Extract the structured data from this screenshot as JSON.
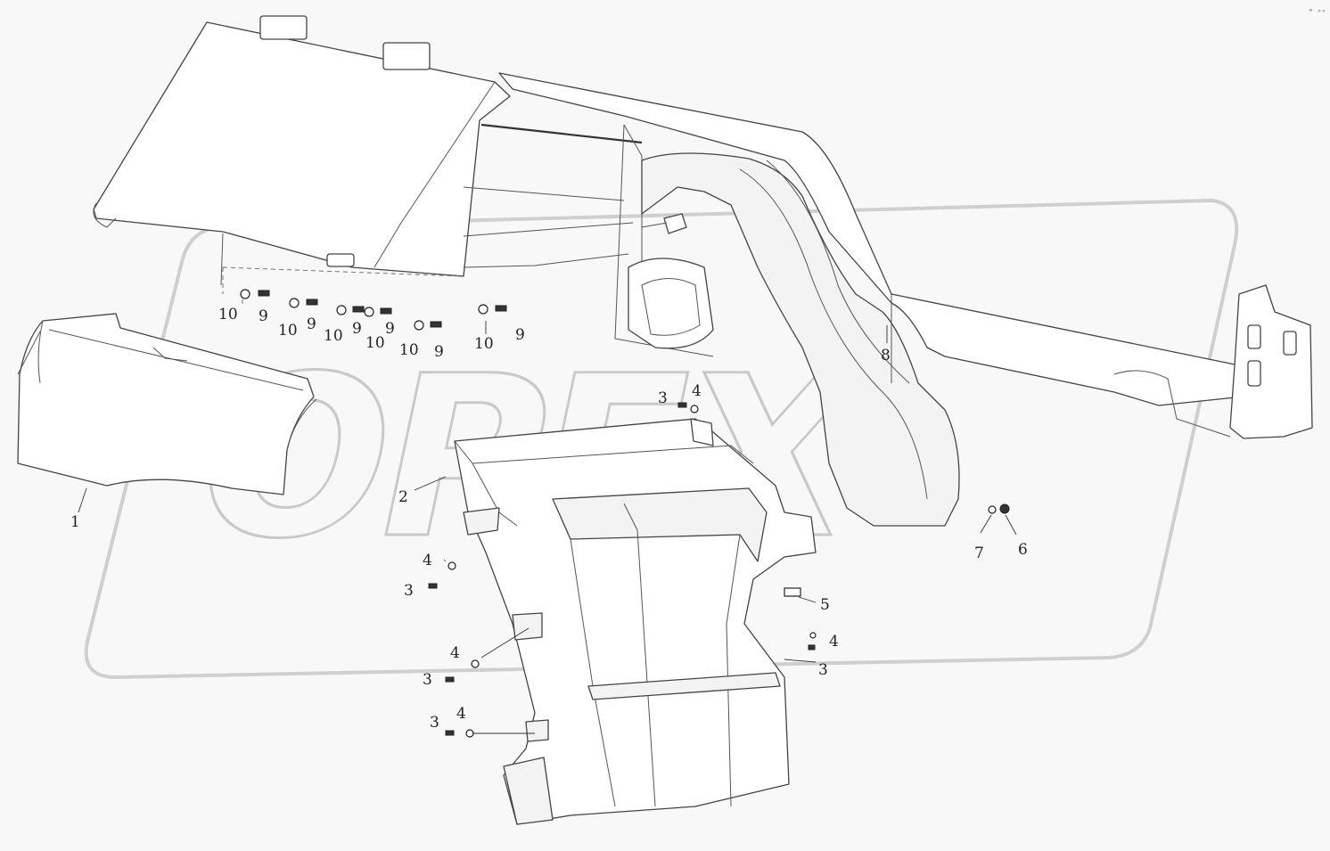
{
  "watermark": {
    "text": "OPEX"
  },
  "corner_mark": "° ⁿⁿ",
  "callouts": [
    {
      "id": "c1",
      "text": "1"
    },
    {
      "id": "c2",
      "text": "2"
    },
    {
      "id": "c3a",
      "text": "3"
    },
    {
      "id": "c4a",
      "text": "4"
    },
    {
      "id": "c4b",
      "text": "4"
    },
    {
      "id": "c3b",
      "text": "3"
    },
    {
      "id": "c4c",
      "text": "4"
    },
    {
      "id": "c3c",
      "text": "3"
    },
    {
      "id": "c3d",
      "text": "3"
    },
    {
      "id": "c4d",
      "text": "4"
    },
    {
      "id": "c5",
      "text": "5"
    },
    {
      "id": "c4e",
      "text": "4"
    },
    {
      "id": "c3e",
      "text": "3"
    },
    {
      "id": "c6",
      "text": "6"
    },
    {
      "id": "c7",
      "text": "7"
    },
    {
      "id": "c8",
      "text": "8"
    },
    {
      "id": "c10a",
      "text": "10"
    },
    {
      "id": "c9a",
      "text": "9"
    },
    {
      "id": "c10b",
      "text": "10"
    },
    {
      "id": "c9b",
      "text": "9"
    },
    {
      "id": "c10c",
      "text": "10"
    },
    {
      "id": "c9c",
      "text": "9"
    },
    {
      "id": "c10d",
      "text": "10"
    },
    {
      "id": "c9d",
      "text": "9"
    },
    {
      "id": "c10e",
      "text": "10"
    },
    {
      "id": "c9e",
      "text": "9"
    },
    {
      "id": "c10f",
      "text": "10"
    },
    {
      "id": "c9f",
      "text": "9"
    }
  ]
}
